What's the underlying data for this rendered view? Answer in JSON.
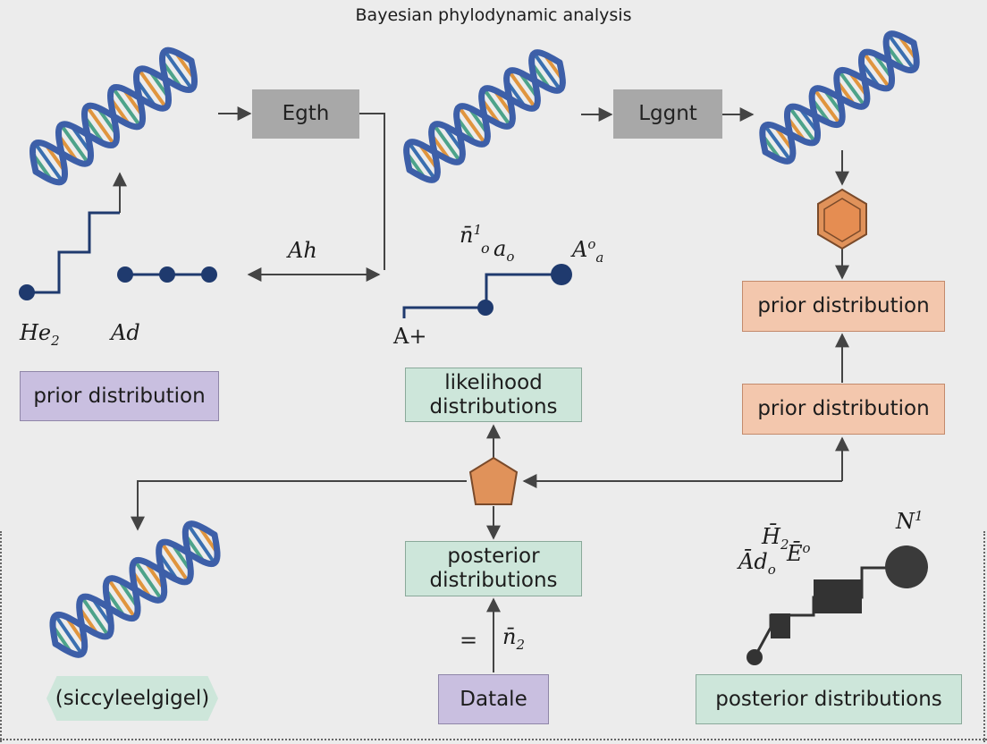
{
  "title": "Bayesian phylodynamic analysis",
  "boxes": {
    "egth": "Egth",
    "lggnt": "Lggnt",
    "prior_left": "prior distribution",
    "likelihood": "likelihood distributions",
    "prior_right_top": "prior distribution",
    "prior_right_mid": "prior distribution",
    "posterior_center": "posterior distributions",
    "sicc": "(siccyleelgigel)",
    "datale": "Datale",
    "posterior_right": "posterior distributions"
  },
  "labels": {
    "ah": "Ah",
    "he_base": "He",
    "he_sub": "2",
    "ad": "Ad",
    "n1_base": "n̄",
    "n1_sup": "1",
    "o_sub": "o",
    "a_base": "a",
    "a_sub": "o",
    "Ao_base": "A",
    "Ao_sup": "o",
    "Ao_sub": "a",
    "aplus": "A+",
    "eq": "=",
    "n2_base": "n̄",
    "n2_sub": "2",
    "H2_base": "H̄",
    "H2_sub": "2",
    "Ad2_base": "Ād",
    "Ad2_sub": "o",
    "E_base": "Ē",
    "E_sup": "o",
    "N_base": "N",
    "N_sup": "1"
  },
  "colors": {
    "dna_backbone": "#3d5fa8",
    "dna_orange": "#e0953e",
    "dna_green": "#4da38a",
    "dna_blue": "#3a6fb0",
    "node_navy": "#1f3a6e",
    "hexagon": "#e0925a",
    "arrow": "#444444"
  }
}
